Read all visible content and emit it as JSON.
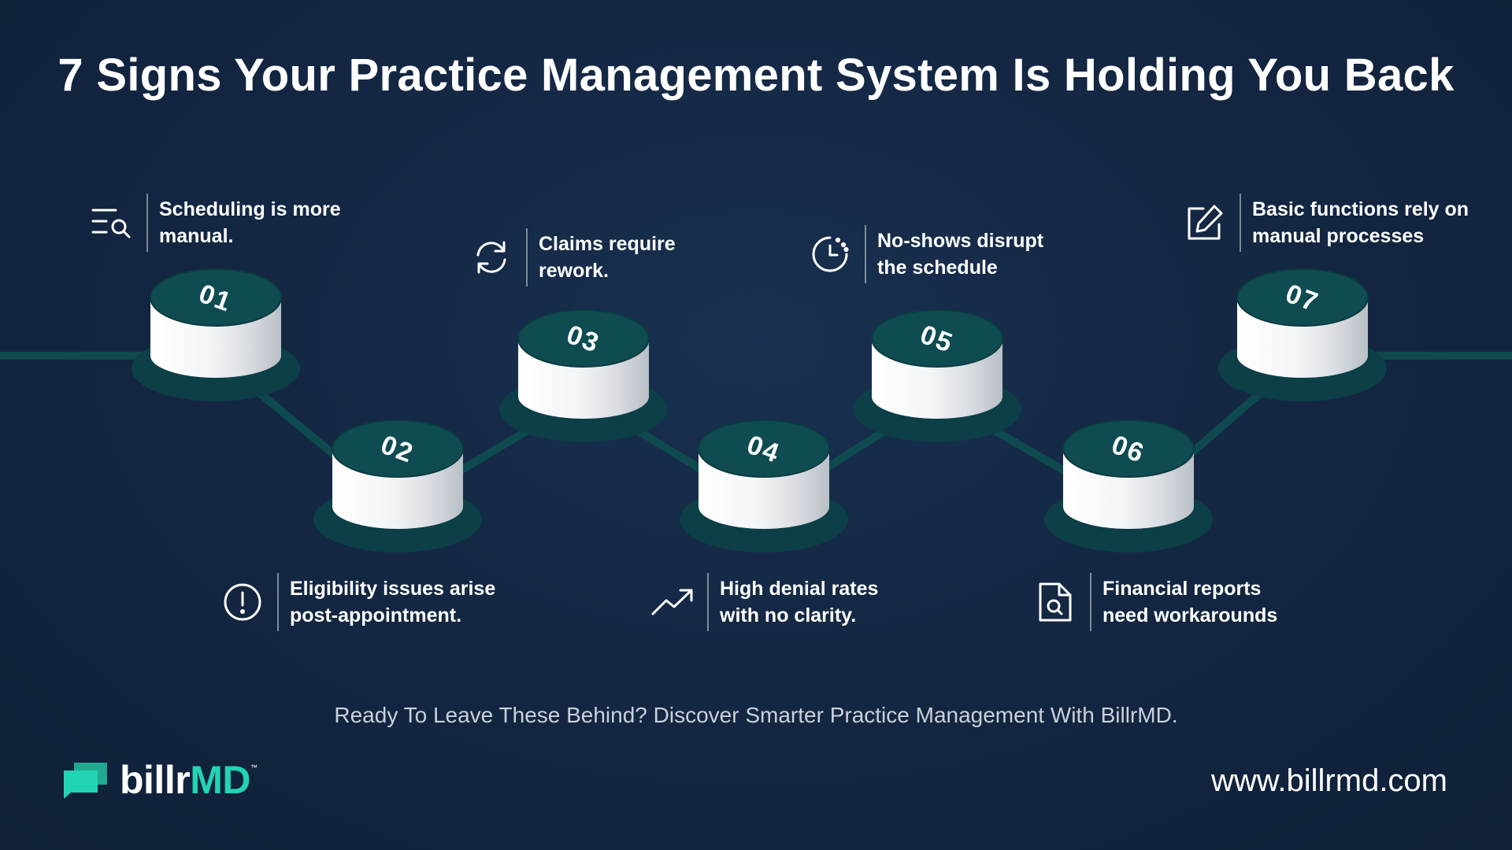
{
  "title": "7 Signs Your Practice Management System Is Holding You Back",
  "steps": [
    {
      "number": "01",
      "text": "Scheduling is more manual.",
      "icon": "search-list-icon"
    },
    {
      "number": "02",
      "text": "Eligibility issues arise post-appointment.",
      "icon": "alert-circle-icon"
    },
    {
      "number": "03",
      "text": "Claims require rework.",
      "icon": "refresh-icon"
    },
    {
      "number": "04",
      "text": "High denial rates with no clarity.",
      "icon": "trend-up-icon"
    },
    {
      "number": "05",
      "text": "No-shows disrupt the schedule",
      "icon": "clock-dots-icon"
    },
    {
      "number": "06",
      "text": "Financial reports need workarounds",
      "icon": "document-search-icon"
    },
    {
      "number": "07",
      "text": "Basic functions rely on manual processes",
      "icon": "edit-icon"
    }
  ],
  "cta": "Ready To Leave These Behind? Discover Smarter Practice Management With BillrMD.",
  "brand": {
    "part1": "billr",
    "part2": "MD",
    "tm": "™"
  },
  "url": "www.billrmd.com",
  "colors": {
    "background": "#132540",
    "teal_dark": "#0e4a4f",
    "teal_accent": "#22d3b4",
    "cylinder_top": "#0f4c52"
  }
}
